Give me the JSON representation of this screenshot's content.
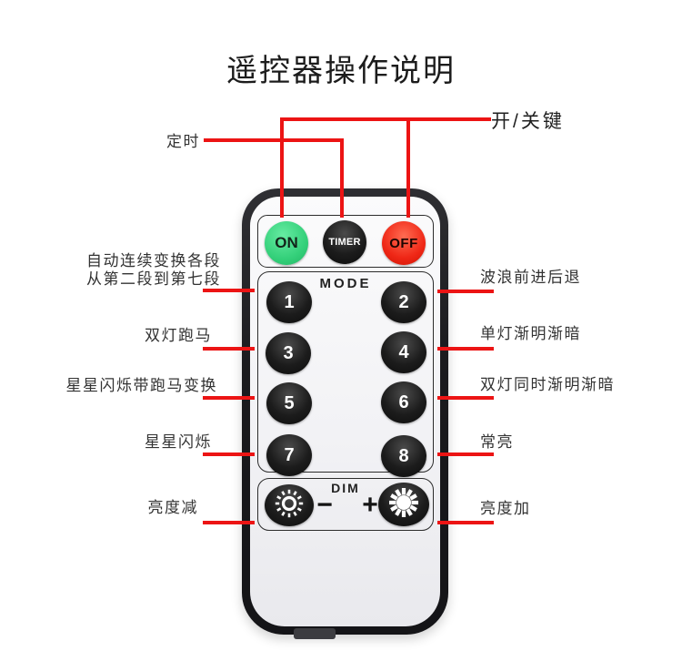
{
  "title": "遥控器操作说明",
  "colors": {
    "leader_red": "#ec1414",
    "on_green": "#34d07a",
    "off_red": "#ef2716",
    "button_black": "#161616",
    "remote_bezel": "#1b1b1e",
    "remote_face": "#f4f4f6"
  },
  "annotations": {
    "power_label": "开/关键",
    "timer_label": "定时",
    "left": [
      {
        "text": "自动连续变换各段",
        "text2": "从第二段到第七段"
      },
      {
        "text": "双灯跑马"
      },
      {
        "text": "星星闪烁带跑马变换"
      },
      {
        "text": "星星闪烁"
      },
      {
        "text": "亮度减"
      }
    ],
    "right": [
      {
        "text": "波浪前进后退"
      },
      {
        "text": "单灯渐明渐暗"
      },
      {
        "text": "双灯同时渐明渐暗"
      },
      {
        "text": "常亮"
      },
      {
        "text": "亮度加"
      }
    ]
  },
  "remote": {
    "power_buttons": [
      {
        "label": "ON"
      },
      {
        "label": "TIMER"
      },
      {
        "label": "OFF"
      }
    ],
    "mode_label": "MODE",
    "mode_buttons": [
      "1",
      "2",
      "3",
      "4",
      "5",
      "6",
      "7",
      "8"
    ],
    "dim": {
      "label": "DIM",
      "minus": "−",
      "plus": "+"
    }
  },
  "icons": {
    "brightness_down": "brightness-down-icon",
    "brightness_up": "brightness-up-icon"
  }
}
